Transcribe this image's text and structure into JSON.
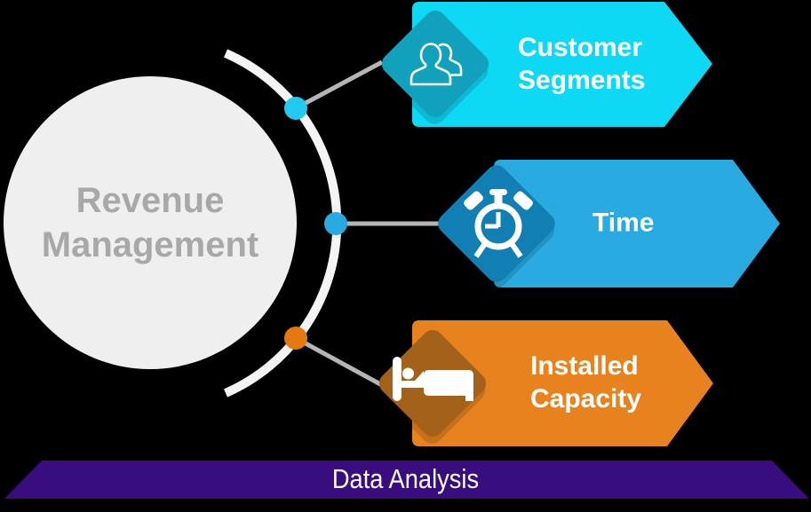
{
  "diagram": {
    "title": "Revenue Management process diagram",
    "background": "#000000",
    "hub": {
      "label": "Revenue\nManagement",
      "fill": "#efefef",
      "text_color": "#a8a8a8"
    },
    "arc_color": "#f4f4f4",
    "connector_color": "#b5b5b5",
    "branches": [
      {
        "id": "customer-segments",
        "label": "Customer\nSegments",
        "icon": "people-icon",
        "banner_color": "#0ed9f5",
        "diamond_color": "#12a1bc",
        "dot_color": "#24c9ef",
        "text_color": "#ffffff"
      },
      {
        "id": "time",
        "label": "Time",
        "icon": "alarm-clock-icon",
        "banner_color": "#29abe2",
        "diamond_color": "#117fb3",
        "dot_color": "#29abe2",
        "text_color": "#ffffff"
      },
      {
        "id": "installed-capacity",
        "label": "Installed\nCapacity",
        "icon": "bed-icon",
        "banner_color": "#e8821e",
        "diamond_color": "#a3611a",
        "dot_color": "#e47a0e",
        "text_color": "#ffffff"
      }
    ],
    "footer": {
      "label": "Data Analysis",
      "fill": "#390d7d",
      "text_color": "#ffffff"
    }
  }
}
